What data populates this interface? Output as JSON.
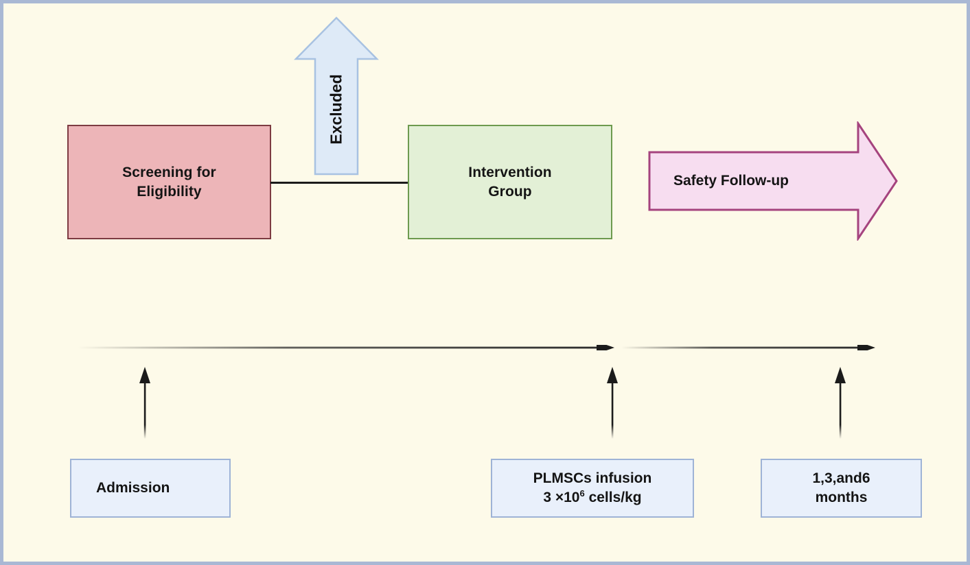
{
  "figure": {
    "type": "study-flow-diagram",
    "background_color": "#FDFAE9",
    "frame_color": "#A9B8D4"
  },
  "flow": {
    "screening": {
      "label": "Screening for\nEligibility",
      "line1": "Screening for",
      "line2": "Eligibility",
      "fill": "#EDB5B8",
      "stroke": "#7D3B42"
    },
    "excluded": {
      "label": "Excluded",
      "fill": "#DEEAF7",
      "stroke": "#A8C2E2",
      "direction": "up"
    },
    "intervention": {
      "line1": "Intervention",
      "line2": "Group",
      "fill": "#E3F0D6",
      "stroke": "#6D9A4E"
    },
    "safety": {
      "label": "Safety Follow-up",
      "fill": "#F7DDF0",
      "stroke": "#A5437E",
      "direction": "right"
    }
  },
  "timeline": {
    "events": [
      {
        "name": "admission",
        "line1": "Admission",
        "line2": ""
      },
      {
        "name": "plmscs-infusion",
        "line1": "PLMSCs infusion",
        "line2_prefix": "3 ×10",
        "line2_sup": "6",
        "line2_suffix": " cells/kg"
      },
      {
        "name": "followup-months",
        "line1": "1,3,and6",
        "line2": "months"
      }
    ],
    "box_fill": "#E9F0FB",
    "box_stroke": "#9EB3D6",
    "axis_color": "#2b2b2b"
  }
}
